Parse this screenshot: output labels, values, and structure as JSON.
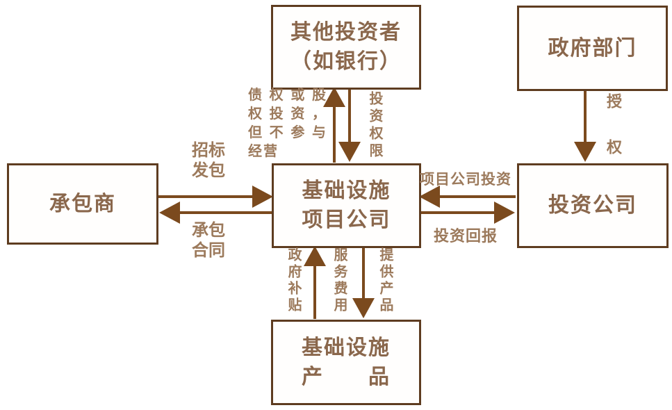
{
  "colors": {
    "border": "#5e3c20",
    "boxtext": "#8a674c",
    "labeltext": "#9c7a5c",
    "arrow": "#7b4a1e",
    "background": "#ffffff"
  },
  "diagram": {
    "boxes": {
      "other_investors": {
        "lines": [
          "其他投资者",
          "（如银行）"
        ]
      },
      "government": {
        "label": "政府部门"
      },
      "contractor": {
        "label": "承包商"
      },
      "project_company": {
        "lines": [
          "基础设施",
          "项目公司"
        ]
      },
      "investment_company": {
        "label": "投资公司"
      },
      "infrastructure_product": {
        "lines": [
          "基础设施",
          "产　　品"
        ]
      }
    },
    "labels": {
      "debt_equity": {
        "lines": [
          "债权或股",
          "权投资，",
          "但不参与",
          "经营"
        ]
      },
      "invest_authority": {
        "text": "投资权限"
      },
      "authorize": {
        "text": "授权"
      },
      "bid": {
        "lines": [
          "招标",
          "发包"
        ]
      },
      "contract": {
        "lines": [
          "承包",
          "合同"
        ]
      },
      "project_invest": {
        "text": "项目公司投资"
      },
      "invest_return": {
        "text": "投资回报"
      },
      "gov_subsidy": {
        "text": "政府补贴"
      },
      "service_fee": {
        "text": "服务费用"
      },
      "provide_product": {
        "text": "提供产品"
      }
    },
    "edges": [
      {
        "from": "基础设施项目公司",
        "to": "其他投资者（如银行）",
        "labels": [
          "债权或股权投资，但不参与经营"
        ]
      },
      {
        "from": "其他投资者（如银行）",
        "to": "基础设施项目公司",
        "labels": [
          "投资权限"
        ]
      },
      {
        "from": "政府部门",
        "to": "投资公司",
        "labels": [
          "授权"
        ]
      },
      {
        "from": "承包商",
        "to": "基础设施项目公司",
        "labels": [
          "招标发包"
        ]
      },
      {
        "from": "基础设施项目公司",
        "to": "承包商",
        "labels": [
          "承包合同"
        ]
      },
      {
        "from": "投资公司",
        "to": "基础设施项目公司",
        "labels": [
          "项目公司投资"
        ]
      },
      {
        "from": "基础设施项目公司",
        "to": "投资公司",
        "labels": [
          "投资回报"
        ]
      },
      {
        "from": "基础设施产品",
        "to": "基础设施项目公司",
        "labels": [
          "政府补贴",
          "服务费用"
        ]
      },
      {
        "from": "基础设施项目公司",
        "to": "基础设施产品",
        "labels": [
          "提供产品"
        ]
      }
    ]
  }
}
